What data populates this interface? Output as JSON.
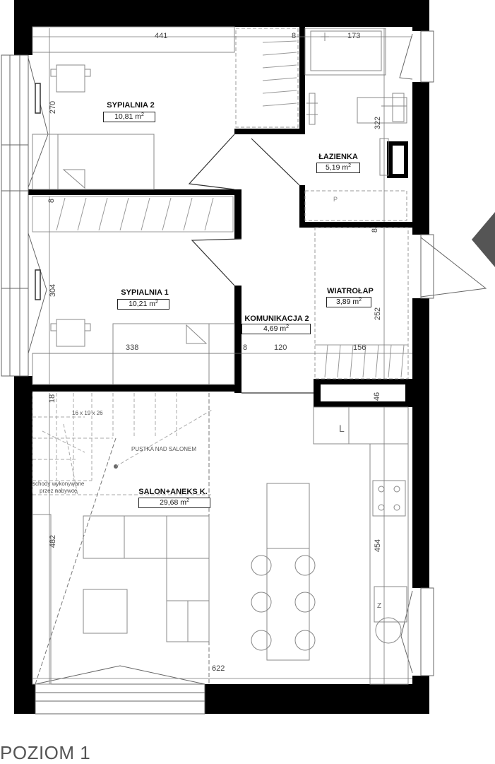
{
  "rooms": [
    {
      "name": "SYPIALNIA 2",
      "area": "10,81 m",
      "unit_sup": "2"
    },
    {
      "name": "ŁAZIENKA",
      "area": "5,19 m",
      "unit_sup": "2"
    },
    {
      "name": "SYPIALNIA 1",
      "area": "10,21 m",
      "unit_sup": "2"
    },
    {
      "name": "WIATROŁAP",
      "area": "3,89 m",
      "unit_sup": "2"
    },
    {
      "name": "KOMUNIKACJA 2",
      "area": "4,69 m",
      "unit_sup": "2"
    },
    {
      "name": "SALON+ANEKS K.",
      "area": "29,68 m",
      "unit_sup": "2"
    }
  ],
  "dimensions": {
    "d441": "441",
    "d8a": "8",
    "d173": "173",
    "d270": "270",
    "d322": "322",
    "d8b": "8",
    "d8c": "8",
    "d304": "304",
    "d252": "252",
    "d338": "338",
    "d8d": "8",
    "d120": "120",
    "d156": "156",
    "d18": "18",
    "d46": "46",
    "d482": "482",
    "d454": "454",
    "d622": "622"
  },
  "notes": {
    "stairs_size": "16 x 19 x 26",
    "void": "PUSTKA NAD SALONEM",
    "stairs_line1": "schody wykonywane",
    "stairs_line2": "przez nabywcę",
    "fridge_mark": "L",
    "cab_mark": "P",
    "z_mark": "Z"
  },
  "level": "POZIOM 1",
  "colors": {
    "wall": "#000000",
    "line": "#555555",
    "dash": "#777777",
    "arrow": "#555555"
  }
}
